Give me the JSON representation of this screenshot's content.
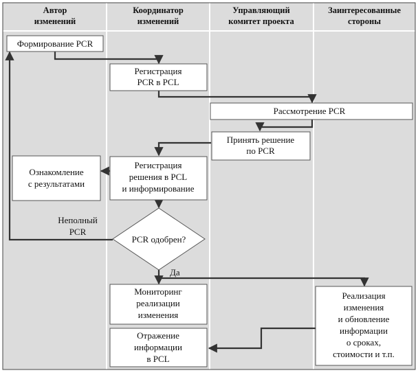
{
  "lanes": [
    {
      "title_lines": [
        "Автор",
        "изменений"
      ]
    },
    {
      "title_lines": [
        "Координатор",
        "изменений"
      ]
    },
    {
      "title_lines": [
        "Управляющий",
        "комитет проекта"
      ]
    },
    {
      "title_lines": [
        "Заинтересованные",
        "стороны"
      ]
    }
  ],
  "steps": {
    "form_pcr": [
      "Формирование PCR"
    ],
    "register_pcr": [
      "Регистрация",
      "PCR в PCL"
    ],
    "review_pcr": [
      "Рассмотрение PCR"
    ],
    "decide": [
      "Принять решение",
      "по PCR"
    ],
    "register_decision": [
      "Регистрация",
      "решения в PCL",
      "и информирование"
    ],
    "acquaint": [
      "Ознакомление",
      "с результатами"
    ],
    "approved_q": [
      "PCR одобрен?"
    ],
    "monitoring": [
      "Мониторинг",
      "реализации",
      "изменения"
    ],
    "reflect": [
      "Отражение",
      "информации",
      "в PCL"
    ],
    "implement": [
      "Реализация",
      "изменения",
      "и обновление",
      "информации",
      "о сроках,",
      "стоимости и т.п."
    ]
  },
  "edge_labels": {
    "incomplete": [
      "Неполный",
      "PCR"
    ],
    "yes": [
      "Да"
    ]
  }
}
